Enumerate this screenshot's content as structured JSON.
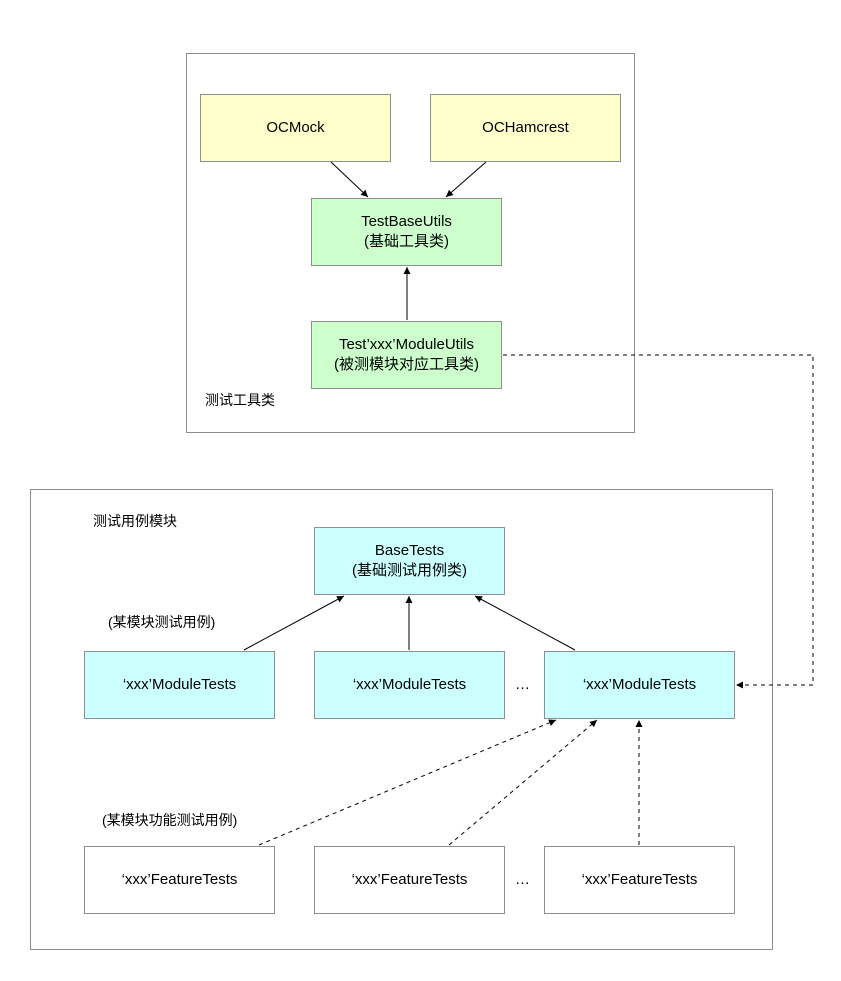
{
  "diagram": {
    "tool_group": {
      "caption": "测试工具类",
      "ocmock": "OCMock",
      "ochamcrest": "OCHamcrest",
      "testbase_title": "TestBaseUtils",
      "testbase_sub": "(基础工具类)",
      "moduleutils_title": "Test’xxx’ModuleUtils",
      "moduleutils_sub": "(被测模块对应工具类)"
    },
    "test_group": {
      "caption": "测试用例模块",
      "basetests_title": "BaseTests",
      "basetests_sub": "(基础测试用例类)",
      "module_tests_caption": "(某模块测试用例)",
      "module_tests": [
        "‘xxx’ModuleTests",
        "‘xxx’ModuleTests",
        "‘xxx’ModuleTests"
      ],
      "feature_tests_caption": "(某模块功能测试用例)",
      "feature_tests": [
        "‘xxx’FeatureTests",
        "‘xxx’FeatureTests",
        "‘xxx’FeatureTests"
      ],
      "ellipsis": "…"
    }
  }
}
